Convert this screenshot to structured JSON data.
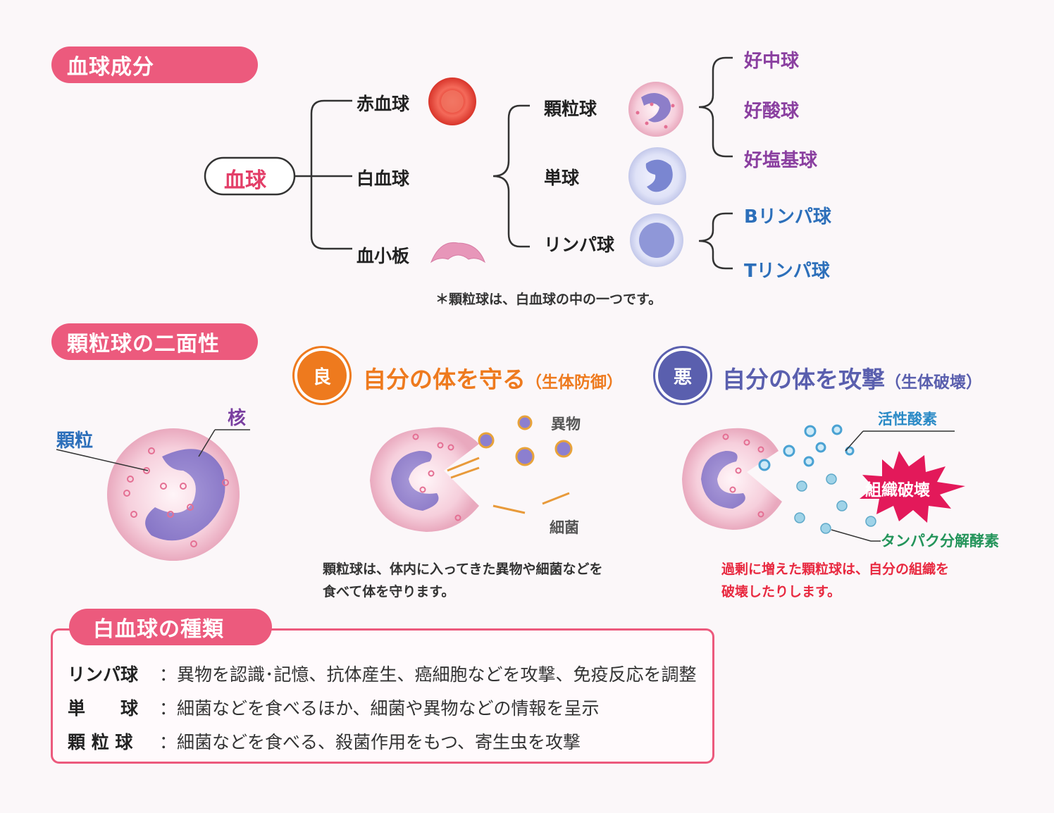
{
  "sections": {
    "blood_components": "血球成分",
    "granulocyte_duality": "顆粒球の二面性",
    "wbc_types": "白血球の種類"
  },
  "tree": {
    "root": "血球",
    "level1": [
      "赤血球",
      "白血球",
      "血小板"
    ],
    "wbc_children": [
      "顆粒球",
      "単球",
      "リンパ球"
    ],
    "granulocyte_children": [
      "好中球",
      "好酸球",
      "好塩基球"
    ],
    "lymph_children": [
      "Bリンパ球",
      "Tリンパ球"
    ],
    "note": "＊顆粒球は、白血球の中の一つです。"
  },
  "duality": {
    "left_labels": {
      "granule": "顆粒",
      "nucleus": "核"
    },
    "good": {
      "badge": "良",
      "title": "自分の体を守る",
      "title_sub": "（生体防御）",
      "label_foreign": "異物",
      "label_bacteria": "細菌",
      "desc_line1": "顆粒球は、体内に入ってきた異物や細菌などを",
      "desc_line2": "食べて体を守ります。",
      "color": "#ee7a1e"
    },
    "bad": {
      "badge": "悪",
      "title": "自分の体を攻撃",
      "title_sub": "（生体破壊）",
      "label_oxygen": "活性酸素",
      "label_destroy": "組織破壊",
      "label_protease": "タンパク分解酵素",
      "desc_line1": "過剰に増えた顆粒球は、自分の組織を",
      "desc_line2": "破壊したりします。",
      "color": "#5a5fae"
    }
  },
  "wbc_table": [
    {
      "name": "リンパ球",
      "desc": "：異物を認識･記憶、抗体産生、癌細胞などを攻撃、免疫反応を調整"
    },
    {
      "name": "単　　球",
      "desc": "：細菌などを食べるほか、細菌や異物などの情報を呈示"
    },
    {
      "name": "顆 粒 球",
      "desc": "：細菌などを食べる、殺菌作用をもつ、寄生虫を攻撃"
    }
  ]
}
